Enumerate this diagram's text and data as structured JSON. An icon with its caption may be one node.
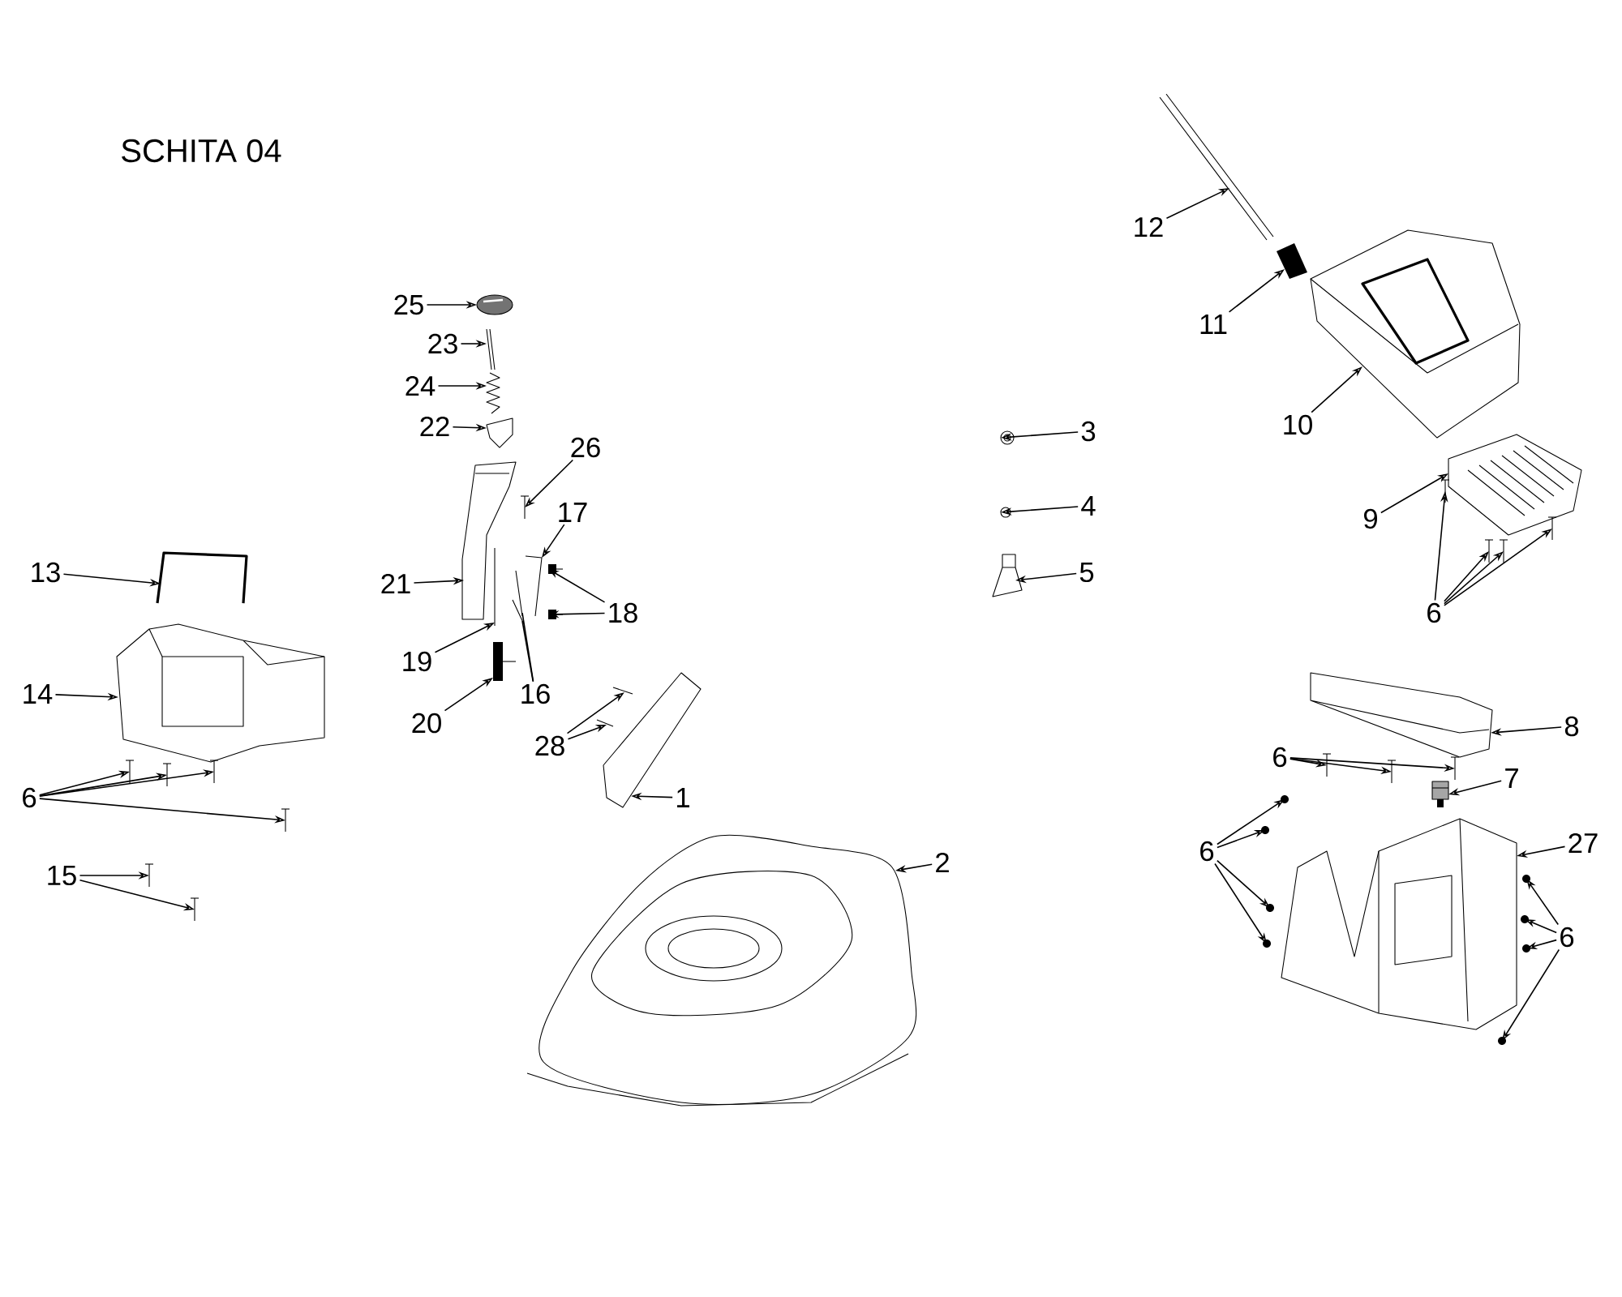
{
  "diagram": {
    "title": "SCHITA 04",
    "nodes": [
      {
        "text": [
          "12"
        ]
      },
      {
        "text": [
          "11"
        ]
      },
      {
        "text": [
          "10"
        ]
      },
      {
        "text": [
          "25"
        ]
      },
      {
        "text": [
          "23"
        ]
      },
      {
        "text": [
          "24"
        ]
      },
      {
        "text": [
          "22"
        ]
      },
      {
        "text": [
          "3"
        ]
      },
      {
        "text": [
          "26"
        ]
      },
      {
        "text": [
          "4"
        ]
      },
      {
        "text": [
          "9"
        ]
      },
      {
        "text": [
          "17"
        ]
      },
      {
        "text": [
          "13"
        ]
      },
      {
        "text": [
          "5"
        ]
      },
      {
        "text": [
          "21"
        ]
      },
      {
        "text": [
          "18"
        ]
      },
      {
        "text": [
          "6"
        ]
      },
      {
        "text": [
          "19"
        ]
      },
      {
        "text": [
          "16"
        ]
      },
      {
        "text": [
          "14"
        ]
      },
      {
        "text": [
          "28"
        ]
      },
      {
        "text": [
          "20"
        ]
      },
      {
        "text": [
          "8"
        ]
      },
      {
        "text": [
          "6"
        ]
      },
      {
        "text": [
          "6"
        ]
      },
      {
        "text": [
          "1"
        ]
      },
      {
        "text": [
          "7"
        ]
      },
      {
        "text": [
          "27"
        ]
      },
      {
        "text": [
          "15"
        ]
      },
      {
        "text": [
          "2"
        ]
      },
      {
        "text": [
          "6"
        ]
      },
      {
        "text": [
          "6"
        ]
      },
      {
        "text": [],
        "shape": "picture"
      },
      {
        "text": [],
        "shape": "picture"
      },
      {
        "text": [],
        "shape": "picture"
      },
      {
        "text": [],
        "shape": "picture"
      },
      {
        "text": [],
        "shape": "picture"
      },
      {
        "text": [],
        "shape": "picture"
      },
      {
        "text": [],
        "shape": "picture"
      },
      {
        "text": [],
        "shape": "picture"
      },
      {
        "text": [],
        "shape": "picture"
      },
      {
        "text": [],
        "shape": "picture"
      },
      {
        "text": [],
        "shape": "picture"
      },
      {
        "text": [],
        "shape": "picture"
      },
      {
        "text": [],
        "shape": "picture"
      },
      {
        "text": [],
        "shape": "picture"
      },
      {
        "text": [],
        "shape": "picture"
      },
      {
        "text": [],
        "shape": "picture"
      },
      {
        "text": [],
        "shape": "picture"
      },
      {
        "text": [],
        "shape": "picture"
      },
      {
        "text": [],
        "shape": "picture"
      },
      {
        "text": [],
        "shape": "picture"
      },
      {
        "text": [],
        "shape": "picture"
      },
      {
        "text": [],
        "shape": "picture"
      },
      {
        "text": [],
        "shape": "picture"
      },
      {
        "text": [],
        "shape": "picture"
      },
      {
        "text": [],
        "shape": "picture"
      },
      {
        "text": [],
        "shape": "picture"
      },
      {
        "text": [],
        "shape": "picture"
      },
      {
        "text": [],
        "shape": "picture"
      },
      {
        "text": [],
        "shape": "picture"
      },
      {
        "text": [],
        "shape": "picture"
      },
      {
        "text": [],
        "shape": "picture"
      },
      {
        "text": [],
        "shape": "picture"
      },
      {
        "text": [],
        "shape": "picture"
      },
      {
        "text": [],
        "shape": "picture"
      },
      {
        "text": [],
        "shape": "picture"
      },
      {
        "text": [],
        "shape": "picture"
      },
      {
        "text": [],
        "shape": "picture"
      },
      {
        "text": [],
        "shape": "picture"
      },
      {
        "text": [],
        "shape": "picture"
      },
      {
        "text": [],
        "shape": "picture"
      },
      {
        "text": [],
        "shape": "picture"
      },
      {
        "text": [],
        "shape": "picture"
      },
      {
        "text": [],
        "shape": "picture"
      },
      {
        "text": [],
        "shape": "picture"
      },
      {
        "text": [],
        "shape": "picture"
      },
      {
        "text": [],
        "shape": "picture"
      },
      {
        "text": [],
        "shape": "picture"
      },
      {
        "text": [],
        "shape": "picture"
      },
      {
        "text": [],
        "shape": "picture"
      },
      {
        "text": [],
        "shape": "picture"
      }
    ],
    "edges": [
      {
        "from": 0,
        "to": 32,
        "arrow": "to"
      },
      {
        "from": 1,
        "to": 33,
        "arrow": "to"
      },
      {
        "from": 2,
        "to": 34,
        "arrow": "to"
      },
      {
        "from": 3,
        "to": 35,
        "arrow": "to"
      },
      {
        "from": 4,
        "to": 36,
        "arrow": "to"
      },
      {
        "from": 5,
        "to": 37,
        "arrow": "to"
      },
      {
        "from": 6,
        "to": 38,
        "arrow": "to"
      },
      {
        "from": 7,
        "to": 39,
        "arrow": "to"
      },
      {
        "from": 8,
        "to": 40,
        "arrow": "to"
      },
      {
        "from": 9,
        "to": 41,
        "arrow": "to"
      },
      {
        "from": 10,
        "to": 42,
        "arrow": "to"
      },
      {
        "from": 11,
        "to": 43,
        "arrow": "to"
      },
      {
        "from": 12,
        "to": 44,
        "arrow": "to"
      },
      {
        "from": 13,
        "to": 45,
        "arrow": "to"
      },
      {
        "from": 14,
        "to": 46,
        "arrow": "to"
      },
      {
        "from": 15,
        "to": 47,
        "arrow": "to"
      },
      {
        "from": 15,
        "to": 48,
        "arrow": "to"
      },
      {
        "from": 16,
        "to": 49,
        "arrow": "to"
      },
      {
        "from": 16,
        "to": 50,
        "arrow": "to"
      },
      {
        "from": 16,
        "to": 51,
        "arrow": "to"
      },
      {
        "from": 16,
        "to": 52,
        "arrow": "to"
      },
      {
        "from": 17,
        "to": 53,
        "arrow": "to"
      },
      {
        "from": 18,
        "to": 54,
        "arrow": "none"
      },
      {
        "from": 18,
        "to": 55,
        "arrow": "none"
      },
      {
        "from": 19,
        "to": 56,
        "arrow": "to"
      },
      {
        "from": 20,
        "to": 57,
        "arrow": "to"
      },
      {
        "from": 20,
        "to": 58,
        "arrow": "to"
      },
      {
        "from": 21,
        "to": 59,
        "arrow": "to"
      },
      {
        "from": 22,
        "to": 60,
        "arrow": "to"
      },
      {
        "from": 23,
        "to": 61,
        "arrow": "to"
      },
      {
        "from": 23,
        "to": 62,
        "arrow": "to"
      },
      {
        "from": 23,
        "to": 63,
        "arrow": "to"
      },
      {
        "from": 23,
        "to": 64,
        "arrow": "to"
      },
      {
        "from": 24,
        "to": 65,
        "arrow": "to"
      },
      {
        "from": 24,
        "to": 66,
        "arrow": "to"
      },
      {
        "from": 24,
        "to": 67,
        "arrow": "to"
      },
      {
        "from": 25,
        "to": 68,
        "arrow": "to"
      },
      {
        "from": 26,
        "to": 69,
        "arrow": "to"
      },
      {
        "from": 27,
        "to": 70,
        "arrow": "to"
      },
      {
        "from": 28,
        "to": 71,
        "arrow": "to"
      },
      {
        "from": 28,
        "to": 72,
        "arrow": "to"
      },
      {
        "from": 29,
        "to": 73,
        "arrow": "to"
      },
      {
        "from": 30,
        "to": 74,
        "arrow": "to"
      },
      {
        "from": 30,
        "to": 75,
        "arrow": "to"
      },
      {
        "from": 30,
        "to": 76,
        "arrow": "to"
      },
      {
        "from": 30,
        "to": 77,
        "arrow": "to"
      },
      {
        "from": 31,
        "to": 78,
        "arrow": "to"
      },
      {
        "from": 31,
        "to": 79,
        "arrow": "to"
      },
      {
        "from": 31,
        "to": 80,
        "arrow": "to"
      },
      {
        "from": 31,
        "to": 81,
        "arrow": "to"
      }
    ]
  }
}
